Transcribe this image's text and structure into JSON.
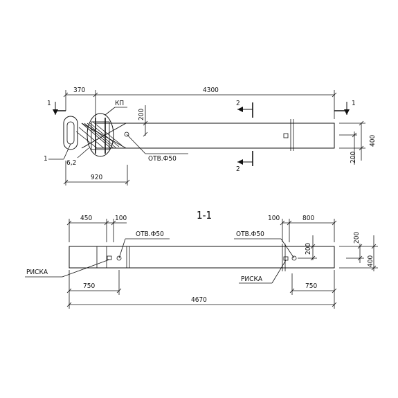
{
  "plan": {
    "dim_370": "370",
    "dim_4300": "4300",
    "dim_200_top": "200",
    "dim_400_right": "400",
    "dim_200_right": "200",
    "dim_920": "920",
    "label_kp": "КП",
    "label_6_2": "6,2",
    "label_1": "1",
    "section_mark_1_left": "1",
    "section_mark_1_right": "1",
    "section_mark_2_top": "2",
    "section_mark_2_bottom": "2",
    "hole_label": "ОТВ.Ф50"
  },
  "section": {
    "title": "1-1",
    "dim_450": "450",
    "dim_100_left": "100",
    "dim_100_right": "100",
    "dim_800": "800",
    "dim_200_mid": "200",
    "dim_200_right": "200",
    "dim_400_right": "400",
    "dim_750_left": "750",
    "dim_750_right": "750",
    "dim_4670": "4670",
    "hole_label_left": "ОТВ.Ф50",
    "hole_label_right": "ОТВ.Ф50",
    "riska_left": "РИСКА",
    "riska_right": "РИСКА"
  }
}
